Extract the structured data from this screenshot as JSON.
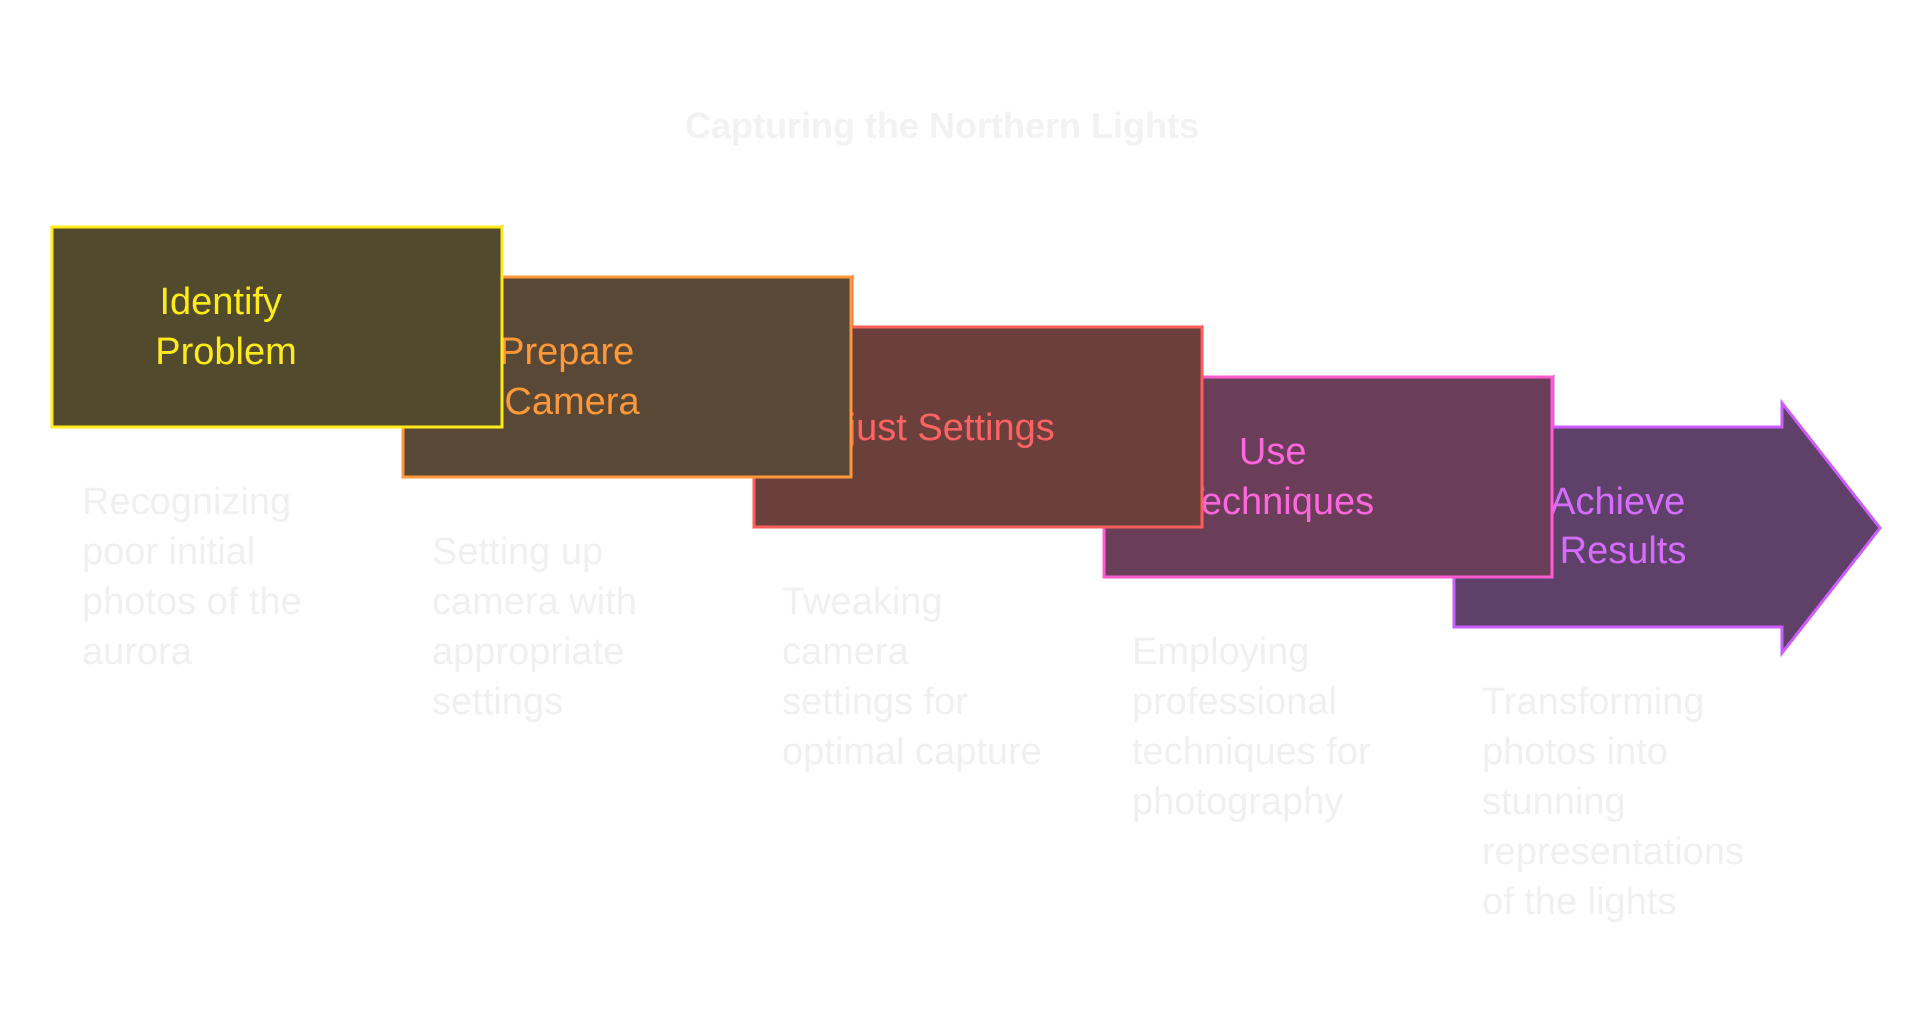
{
  "title": "Capturing the Northern Lights",
  "steps": [
    {
      "label_lines": [
        "Identify",
        "Problem"
      ],
      "description_lines": [
        "Recognizing",
        "poor initial",
        "photos of the",
        "aurora"
      ],
      "fill": "#524a2c",
      "stroke": "#ffeb1a",
      "text_color": "#ffeb1a"
    },
    {
      "label_lines": [
        "Prepare",
        "Camera"
      ],
      "description_lines": [
        "Setting up",
        "camera with",
        "appropriate",
        "settings"
      ],
      "fill": "#5a4836",
      "stroke": "#ff9838",
      "text_color": "#ff9838"
    },
    {
      "label_lines": [
        "Adjust Settings"
      ],
      "description_lines": [
        "Tweaking",
        "camera",
        "settings for",
        "optimal capture"
      ],
      "fill": "#6a3f3c",
      "stroke": "#ff5c5c",
      "text_color": "#ff6262"
    },
    {
      "label_lines": [
        "Use",
        "Techniques"
      ],
      "description_lines": [
        "Employing",
        "professional",
        "techniques for",
        "photography"
      ],
      "fill": "#6a3d58",
      "stroke": "#ff5cd2",
      "text_color": "#ff66dd"
    },
    {
      "label_lines": [
        "Achieve",
        "Results"
      ],
      "description_lines": [
        "Transforming",
        "photos into",
        "stunning",
        "representations",
        "of the lights"
      ],
      "fill": "#5e4068",
      "stroke": "#cc5cff",
      "text_color": "#d56cff"
    }
  ]
}
